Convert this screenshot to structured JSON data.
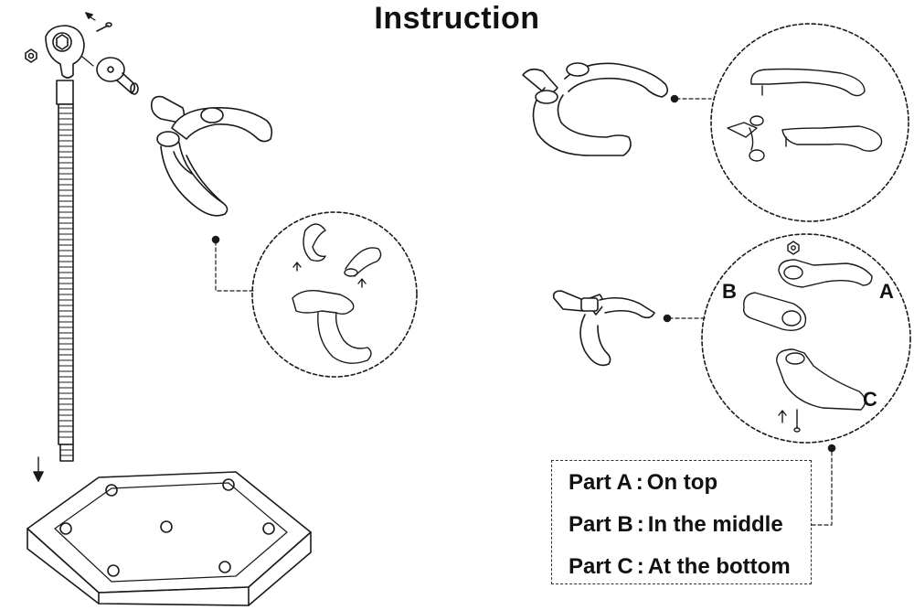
{
  "title": "Instruction",
  "labels": {
    "a": "A",
    "b": "B",
    "c": "C"
  },
  "legend": [
    {
      "part": "Part A",
      "sep": ":",
      "text": "On top"
    },
    {
      "part": "Part B",
      "sep": ":",
      "text": "In the middle"
    },
    {
      "part": "Part C",
      "sep": ":",
      "text": "At the bottom"
    }
  ]
}
